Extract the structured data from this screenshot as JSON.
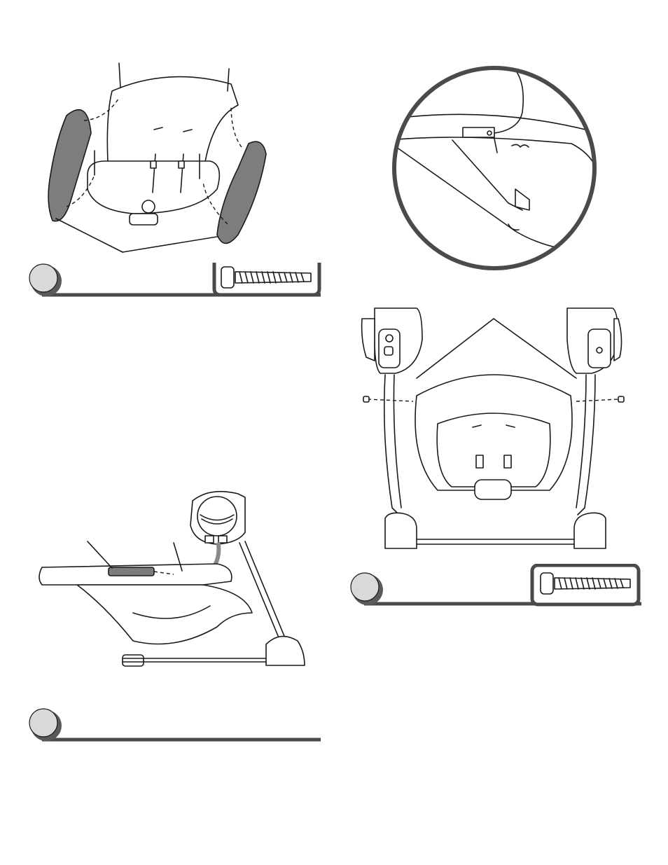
{
  "page": {
    "steps": [
      {
        "id": "step-attach-arms",
        "number": "",
        "hardware": "screw"
      },
      {
        "id": "step-attach-frame",
        "number": "",
        "hardware": "screw"
      },
      {
        "id": "step-insert-tube",
        "number": ""
      }
    ]
  },
  "colors": {
    "ink": "#1a1a1a",
    "step_badge": "#d9d9d9",
    "step_bar": "#4a4a4a",
    "armrest_fill": "#7d7d7d"
  },
  "icons": [
    "screw-icon",
    "step-number-badge",
    "detail-callout-circle"
  ]
}
